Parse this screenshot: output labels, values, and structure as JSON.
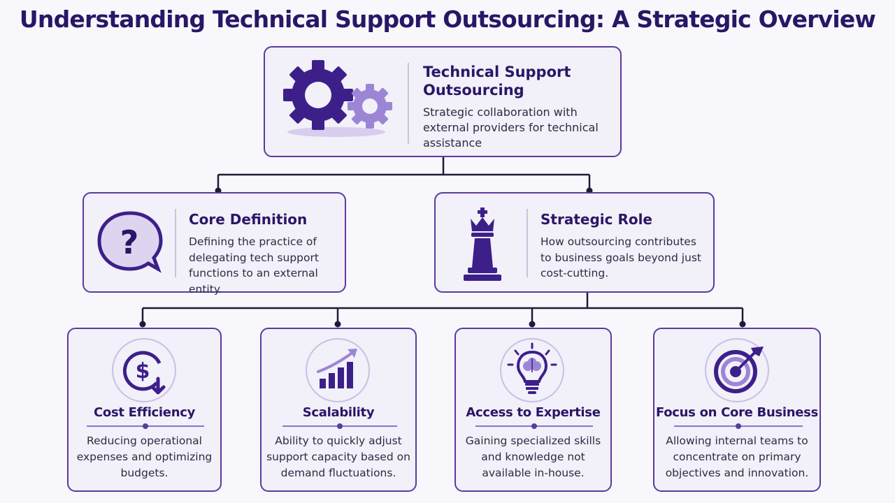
{
  "title": "Understanding Technical Support Outsourcing: A Strategic Overview",
  "top": {
    "title": "Technical Support Outsourcing",
    "description": "Strategic collaboration with external providers for technical assistance",
    "icon": "gears-icon"
  },
  "middle": [
    {
      "title": "Core Definition",
      "description": "Defining the practice of delegating tech support functions to an external entity.",
      "icon": "question-bubble-icon"
    },
    {
      "title": "Strategic Role",
      "description": "How outsourcing contributes to business goals beyond just cost-cutting.",
      "icon": "chess-king-icon"
    }
  ],
  "bottom": [
    {
      "title": "Cost Efficiency",
      "description": "Reducing operational expenses and optimizing budgets.",
      "icon": "dollar-down-icon"
    },
    {
      "title": "Scalability",
      "description": "Ability to quickly adjust support capacity based on demand fluctuations.",
      "icon": "growth-chart-icon"
    },
    {
      "title": "Access to Expertise",
      "description": "Gaining specialized skills and knowledge not available in-house.",
      "icon": "lightbulb-brain-icon"
    },
    {
      "title": "Focus on Core Business",
      "description": "Allowing internal teams to concentrate on primary objectives and innovation.",
      "icon": "target-icon"
    }
  ],
  "colors": {
    "primary": "#3d1f8a",
    "accent": "#9d85d6",
    "border": "#5b3aa0",
    "background": "#f8f7fb"
  }
}
